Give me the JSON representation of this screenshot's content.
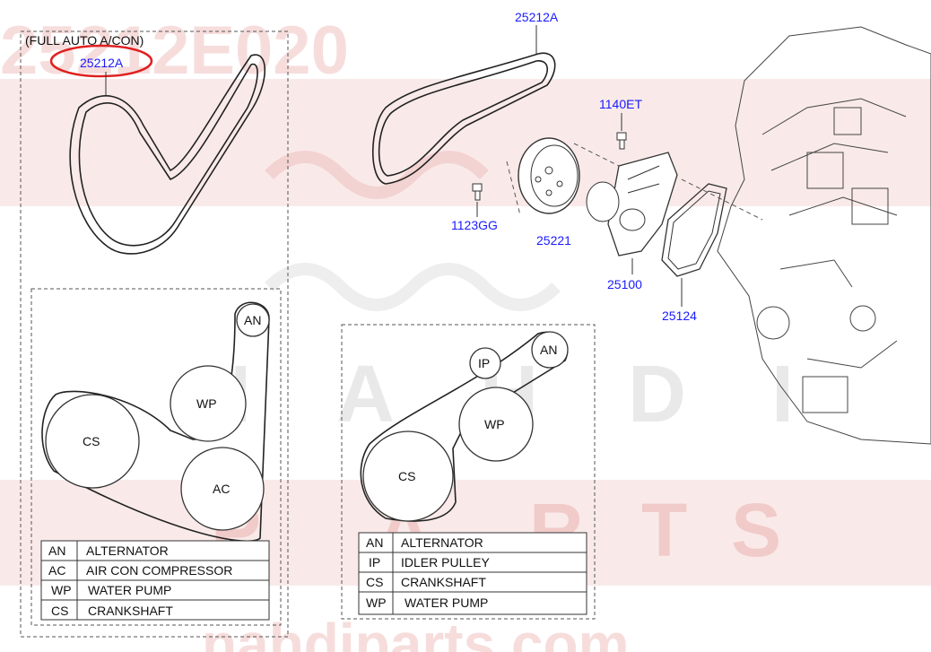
{
  "watermark": {
    "part_number": "25212E020",
    "site": "nahdiparts.com",
    "brand_latin": [
      "N",
      "A",
      "H",
      "D",
      "I"
    ],
    "brand_parts": [
      "P",
      "A",
      "R",
      "T",
      "S"
    ]
  },
  "title_note": "(FULL AUTO A/CON)",
  "part_labels": {
    "belt_full_auto": "25212A",
    "belt_main": "25212A",
    "bolt_top": "1140ET",
    "bolt_left": "1123GG",
    "pulley": "25221",
    "water_pump": "25100",
    "gasket": "25124"
  },
  "diagram_left": {
    "pulleys": [
      "AN",
      "WP",
      "CS",
      "AC"
    ],
    "legend": [
      {
        "code": "AN",
        "name": "ALTERNATOR"
      },
      {
        "code": "AC",
        "name": "AIR CON COMPRESSOR"
      },
      {
        "code": "WP",
        "name": "WATER PUMP"
      },
      {
        "code": "CS",
        "name": "CRANKSHAFT"
      }
    ]
  },
  "diagram_right": {
    "pulleys": [
      "IP",
      "AN",
      "WP",
      "CS"
    ],
    "legend": [
      {
        "code": "AN",
        "name": "ALTERNATOR"
      },
      {
        "code": "IP",
        "name": "IDLER PULLEY"
      },
      {
        "code": "CS",
        "name": "CRANKSHAFT"
      },
      {
        "code": "WP",
        "name": "WATER PUMP"
      }
    ]
  },
  "colors": {
    "part_label": "#1a1aff",
    "highlight_ring": "#e02020",
    "watermark_red": "#c9302c"
  }
}
